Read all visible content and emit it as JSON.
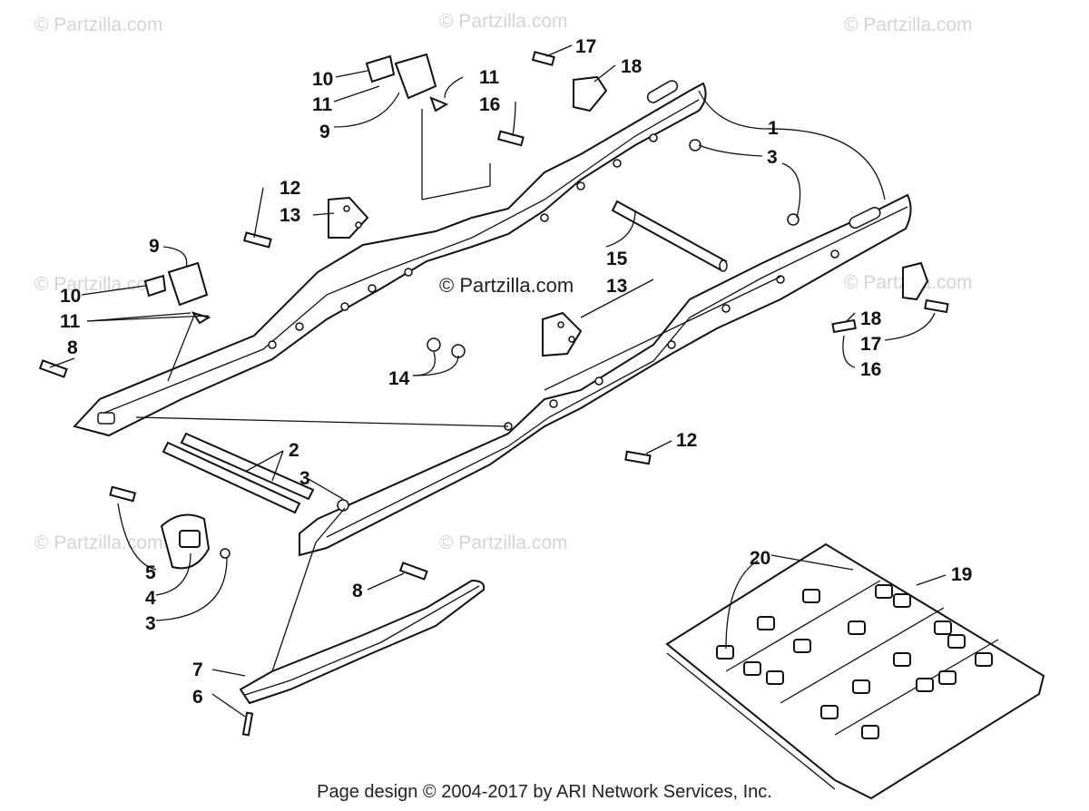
{
  "watermarks": [
    "© Partzilla.com",
    "© Partzilla.com",
    "© Partzilla.com",
    "© Partzilla.com",
    "© Partzilla.com",
    "© Partzilla.com",
    "© Partzilla.com"
  ],
  "center_caption": "© Partzilla.com",
  "footer": "Page design © 2004-2017 by ARI Network Services, Inc.",
  "callouts": {
    "c1": "1",
    "c2": "2",
    "c3a": "3",
    "c3b": "3",
    "c3c": "3",
    "c4": "4",
    "c5": "5",
    "c6": "6",
    "c7": "7",
    "c8a": "8",
    "c8b": "8",
    "c9a": "9",
    "c9b": "9",
    "c10a": "10",
    "c10b": "10",
    "c11a": "11",
    "c11b": "11",
    "c11c": "11",
    "c12a": "12",
    "c12b": "12",
    "c13a": "13",
    "c13b": "13",
    "c14": "14",
    "c15": "15",
    "c16a": "16",
    "c16b": "16",
    "c17a": "17",
    "c17b": "17",
    "c18a": "18",
    "c18b": "18",
    "c19": "19",
    "c20": "20"
  }
}
